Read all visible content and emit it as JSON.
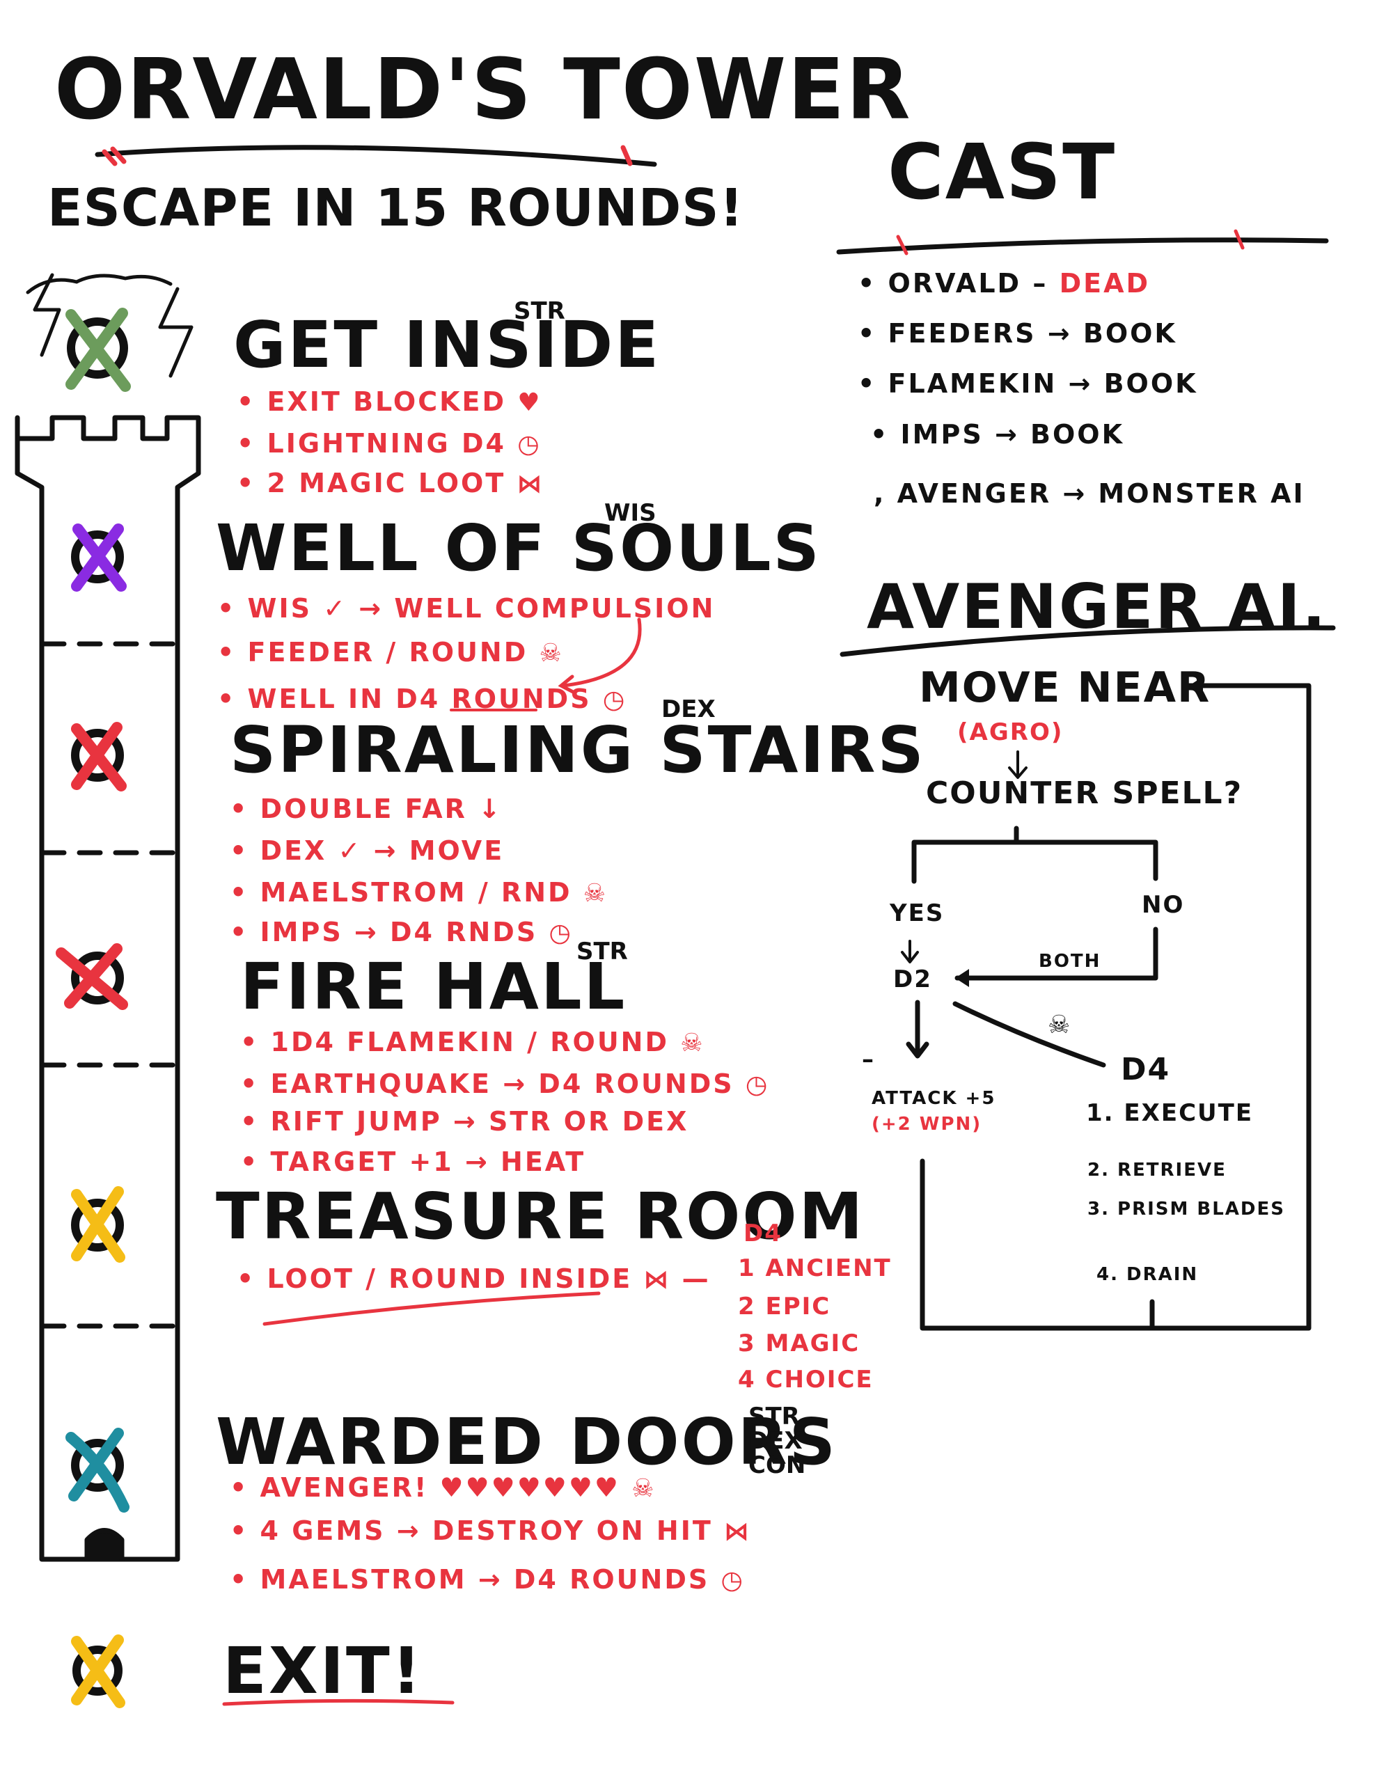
{
  "title": "ORVALD'S TOWER",
  "subtitle": "ESCAPE IN 15 ROUNDS!",
  "colors": {
    "ink": "#111111",
    "red": "#e8343f",
    "green": "#6c9c5c",
    "purple": "#8a2be2",
    "yellow": "#f5bd16",
    "teal": "#1f8ea0"
  },
  "icons": {
    "heart": "♥",
    "skull": "☠",
    "clock": "◷",
    "ticket": "⋈",
    "check": "✓",
    "arrow": "→",
    "down_arrow": "↓"
  },
  "rooms": [
    {
      "title": "GET INSIDE",
      "ability": "STR",
      "marker_color": "green",
      "items": [
        {
          "text": "EXIT BLOCKED",
          "icon": "heart"
        },
        {
          "text": "LIGHTNING D4",
          "icon": "clock"
        },
        {
          "text": "2 MAGIC LOOT",
          "icon": "ticket"
        }
      ]
    },
    {
      "title": "WELL OF SOULS",
      "ability": "WIS",
      "marker_color": "purple",
      "items": [
        {
          "text": "WIS ✓ → WELL COMPULSION",
          "icon": ""
        },
        {
          "text": "FEEDER / ROUND",
          "icon": "skull"
        },
        {
          "text": "WELL IN D4 ROUNDS",
          "icon": "clock"
        }
      ]
    },
    {
      "title": "SPIRALING STAIRS",
      "ability": "DEX",
      "marker_color": "red",
      "items": [
        {
          "text": "DOUBLE FAR ↓",
          "icon": ""
        },
        {
          "text": "DEX ✓ → MOVE",
          "icon": ""
        },
        {
          "text": "MAELSTROM / RND",
          "icon": "skull"
        },
        {
          "text": "IMPS → D4 RNDS",
          "icon": "clock"
        }
      ]
    },
    {
      "title": "FIRE HALL",
      "ability": "STR",
      "marker_color": "red",
      "items": [
        {
          "text": "1D4 FLAMEKIN / ROUND",
          "icon": "skull"
        },
        {
          "text": "EARTHQUAKE → D4 ROUNDS",
          "icon": "clock"
        },
        {
          "text": "RIFT JUMP → STR OR DEX",
          "icon": ""
        },
        {
          "text": "TARGET +1 → HEAT",
          "icon": ""
        }
      ]
    },
    {
      "title": "TREASURE ROOM",
      "ability": "",
      "marker_color": "yellow",
      "items": [
        {
          "text": "LOOT / ROUND INSIDE",
          "icon": "ticket"
        }
      ],
      "loot_table": {
        "die": "D4",
        "entries": [
          "1 ANCIENT",
          "2 EPIC",
          "3 MAGIC",
          "4 CHOICE"
        ]
      }
    },
    {
      "title": "WARDED DOORS",
      "ability": "STR DEX CON",
      "abilities": [
        "STR",
        "DEX",
        "CON"
      ],
      "marker_color": "teal",
      "items": [
        {
          "text": "AVENGER! ♥♥♥♥♥♥♥",
          "icon": "skull"
        },
        {
          "text": "4 GEMS → DESTROY ON HIT",
          "icon": "ticket"
        },
        {
          "text": "MAELSTROM → D4 ROUNDS",
          "icon": "clock"
        }
      ]
    },
    {
      "title": "EXIT!",
      "ability": "",
      "marker_color": "yellow",
      "items": []
    }
  ],
  "cast": {
    "title": "CAST",
    "entries": [
      {
        "name": "ORVALD",
        "sep": "–",
        "value": "DEAD"
      },
      {
        "name": "FEEDERS",
        "sep": "→",
        "value": "BOOK"
      },
      {
        "name": "FLAMEKIN",
        "sep": "→",
        "value": "BOOK"
      },
      {
        "name": "IMPS",
        "sep": "→",
        "value": "BOOK"
      },
      {
        "name": "AVENGER",
        "sep": "→",
        "value": "MONSTER AI"
      }
    ]
  },
  "avenger_ai": {
    "title": "AVENGER AI.",
    "move_near": "MOVE NEAR",
    "agro": "(AGRO)",
    "counter_spell": "COUNTER SPELL?",
    "yes": "YES",
    "no": "NO",
    "both": "BOTH",
    "d2": "D2",
    "attack": "ATTACK +5",
    "attack_note": "(+2 WPN)",
    "dash": "–",
    "d4": "D4",
    "options": [
      "1. EXECUTE",
      "2. RETRIEVE",
      "3. PRISM BLADES",
      "4. DRAIN"
    ]
  }
}
